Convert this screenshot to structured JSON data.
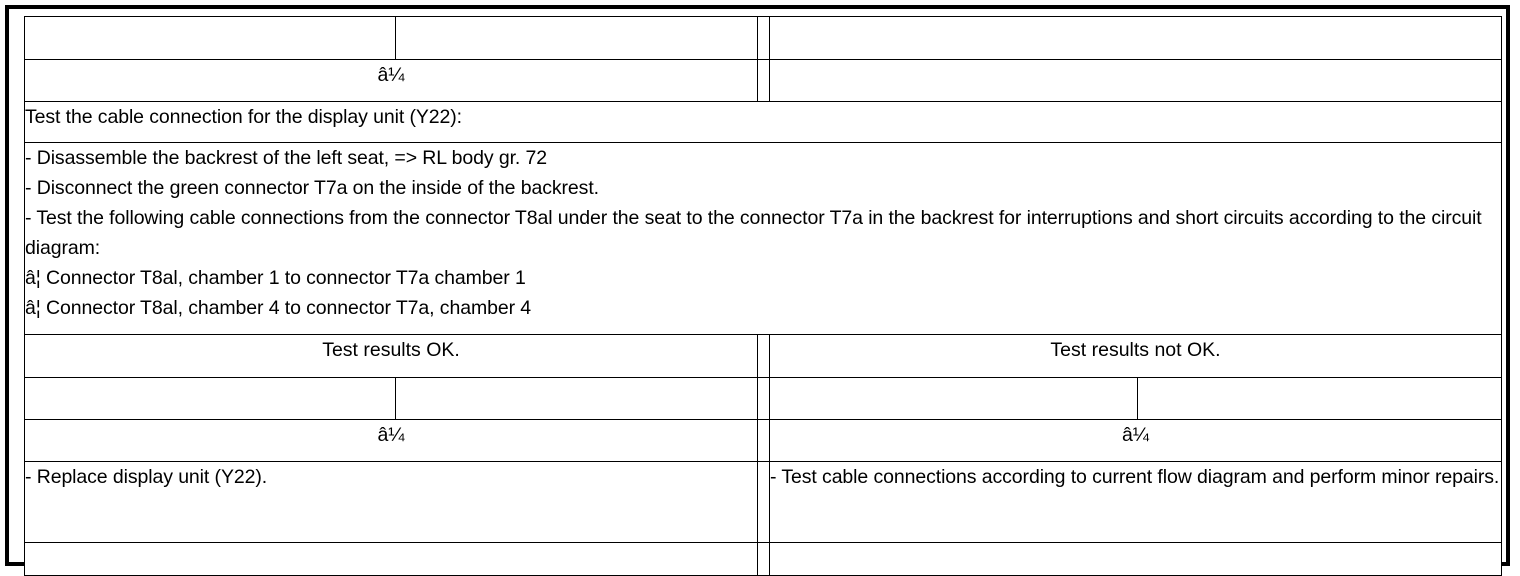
{
  "document": {
    "type": "diagnostic-flowchart-table",
    "glyphs": {
      "down_arrow": "â¼",
      "bullet": "â¦"
    }
  },
  "rows": {
    "row1": {
      "left_a": "",
      "left_b": "",
      "right": ""
    },
    "row2_arrow": {
      "left": "â¼",
      "right": ""
    },
    "row3_title": {
      "text": "Test the cable connection for the display unit (Y22):"
    },
    "row4_steps": {
      "lines": [
        "- Disassemble the backrest of the left seat, => RL body gr. 72",
        "- Disconnect the green connector T7a on the inside of the backrest.",
        "- Test the following cable connections from the connector T8al under the seat to the connector T7a in the backrest for interruptions and short circuits according to the circuit diagram:",
        "â¦ Connector T8al, chamber 1 to connector T7a chamber 1",
        "â¦ Connector T8al, chamber 4 to connector T7a, chamber 4"
      ],
      "text": "- Disassemble the backrest of the left seat, => RL body gr. 72\n- Disconnect the green connector T7a on the inside of the backrest.\n- Test the following cable connections from the connector T8al under the seat to the connector T7a in the backrest for interruptions and short circuits according to the circuit diagram:\nâ¦ Connector T8al, chamber 1 to connector T7a chamber 1\nâ¦ Connector T8al, chamber 4 to connector T7a, chamber 4"
    },
    "row5_results": {
      "left": "Test results OK.",
      "right": "Test results not OK."
    },
    "row6_blank": {
      "left_a": "",
      "left_b": "",
      "right_a": "",
      "right_b": ""
    },
    "row7_arrows": {
      "left": "â¼",
      "right": "â¼"
    },
    "row8_actions": {
      "left": "- Replace display unit (Y22).",
      "right": "- Test cable connections according to current flow diagram and perform minor repairs."
    },
    "row9_footer": {
      "left": "",
      "right": ""
    }
  },
  "colors": {
    "border": "#000000",
    "background": "#ffffff",
    "text": "#000000"
  }
}
